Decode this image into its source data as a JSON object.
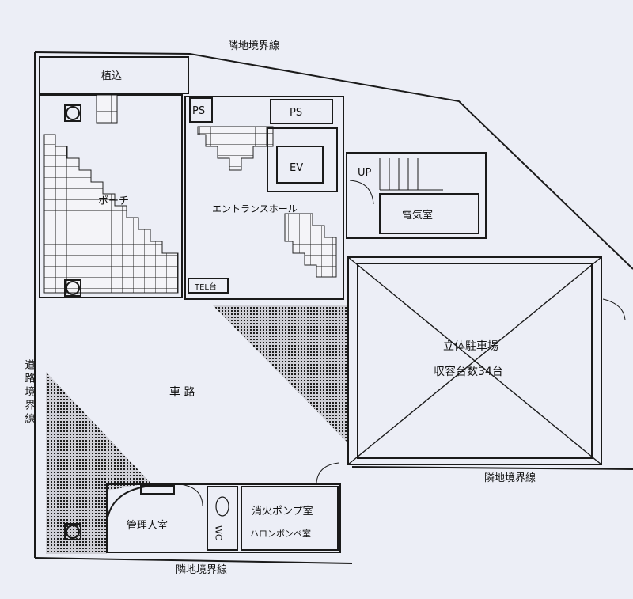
{
  "labels": {
    "boundary_top": "隣地境界線",
    "boundary_right": "隣地境界線",
    "boundary_bottom": "隣地境界線",
    "boundary_road": "道路境界線",
    "planting": "植込",
    "ps_left": "PS",
    "ps_right": "PS",
    "ev": "EV",
    "up": "UP",
    "electric_room": "電気室",
    "porch": "ポーチ",
    "entrance_hall": "エントランスホール",
    "tel": "TEL台",
    "parking_line1": "立体駐車場",
    "parking_line2": "収容台数34台",
    "driveway": "車 路",
    "manager_room": "管理人室",
    "wc": "WC",
    "pump_room": "消火ポンプ室",
    "halon_room": "ハロンボンベ室"
  },
  "colors": {
    "background": "#eceef6",
    "line": "#1a1a1a",
    "hatch": "#2b2b2b"
  }
}
